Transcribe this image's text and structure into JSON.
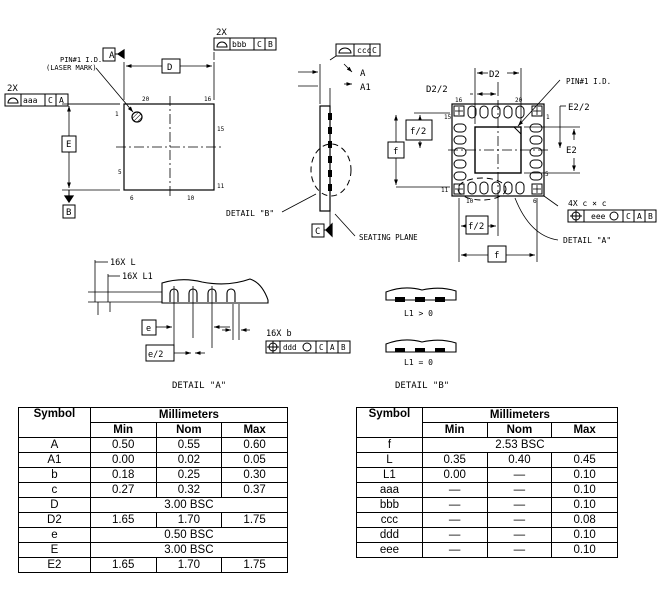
{
  "drawing": {
    "top_view": {
      "datum_a": "A",
      "datum_b": "B",
      "dim_d": "D",
      "dim_e": "E",
      "pin1_label_1": "PIN#1 I.D.",
      "pin1_label_2": "(LASER MARK)",
      "tol_2x_top": "2X",
      "tol_bbb": "bbb",
      "tol_bbb_c": "C",
      "tol_bbb_b": "B",
      "tol_2x_left": "2X",
      "tol_aaa": "aaa",
      "tol_aaa_c": "C",
      "tol_aaa_a": "A",
      "pin_1": "1",
      "pin_5": "5",
      "pin_6": "6",
      "pin_10": "10",
      "pin_11": "11",
      "pin_15": "15",
      "pin_16": "16",
      "pin_20": "20"
    },
    "side_view": {
      "tol_ccc": "ccc",
      "tol_ccc_c": "C",
      "dim_a": "A",
      "dim_a1": "A1",
      "detail_b_label": "DETAIL \"B\"",
      "datum_c": "C",
      "seating_plane": "SEATING PLANE"
    },
    "bottom_view": {
      "d2_half": "D2/2",
      "d2": "D2",
      "pin1_id": "PIN#1 I.D.",
      "e2_half": "E2/2",
      "e2": "E2",
      "f_half_top": "f/2",
      "f_left": "f",
      "f_half_bottom": "f/2",
      "f_bottom": "f",
      "pin_16": "16",
      "pin_20": "20",
      "pin_15": "15",
      "pin_1": "1",
      "pin_11": "11",
      "pin_10": "10",
      "pin_6": "6",
      "pin_5": "5",
      "tol_4x": "4X c × c",
      "tol_eee": "eee",
      "tol_eee_c": "C",
      "tol_eee_a": "A",
      "tol_eee_b": "B",
      "detail_a_label": "DETAIL \"A\""
    },
    "detail_a": {
      "l_16x": "16X L",
      "l1_16x": "16X L1",
      "e_box": "e",
      "e_half_box": "e/2",
      "b_16x": "16X b",
      "tol_ddd": "ddd",
      "tol_ddd_c": "C",
      "tol_ddd_a": "A",
      "tol_ddd_b": "B",
      "title": "DETAIL \"A\""
    },
    "detail_b": {
      "l1_gt0": "L1 > 0",
      "l1_eq0": "L1 = 0",
      "title": "DETAIL \"B\""
    }
  },
  "tables": {
    "left": {
      "h_symbol": "Symbol",
      "h_mm": "Millimeters",
      "h_min": "Min",
      "h_nom": "Nom",
      "h_max": "Max",
      "rows": [
        {
          "symbol": "A",
          "min": "0.50",
          "nom": "0.55",
          "max": "0.60",
          "bsc": ""
        },
        {
          "symbol": "A1",
          "min": "0.00",
          "nom": "0.02",
          "max": "0.05",
          "bsc": ""
        },
        {
          "symbol": "b",
          "min": "0.18",
          "nom": "0.25",
          "max": "0.30",
          "bsc": ""
        },
        {
          "symbol": "c",
          "min": "0.27",
          "nom": "0.32",
          "max": "0.37",
          "bsc": ""
        },
        {
          "symbol": "D",
          "min": "",
          "nom": "",
          "max": "",
          "bsc": "3.00 BSC"
        },
        {
          "symbol": "D2",
          "min": "1.65",
          "nom": "1.70",
          "max": "1.75",
          "bsc": ""
        },
        {
          "symbol": "e",
          "min": "",
          "nom": "",
          "max": "",
          "bsc": "0.50 BSC"
        },
        {
          "symbol": "E",
          "min": "",
          "nom": "",
          "max": "",
          "bsc": "3.00 BSC"
        },
        {
          "symbol": "E2",
          "min": "1.65",
          "nom": "1.70",
          "max": "1.75",
          "bsc": ""
        }
      ]
    },
    "right": {
      "h_symbol": "Symbol",
      "h_mm": "Millimeters",
      "h_min": "Min",
      "h_nom": "Nom",
      "h_max": "Max",
      "rows": [
        {
          "symbol": "f",
          "min": "",
          "nom": "",
          "max": "",
          "bsc": "2.53 BSC"
        },
        {
          "symbol": "L",
          "min": "0.35",
          "nom": "0.40",
          "max": "0.45",
          "bsc": ""
        },
        {
          "symbol": "L1",
          "min": "0.00",
          "nom": "—",
          "max": "0.10",
          "bsc": ""
        },
        {
          "symbol": "aaa",
          "min": "—",
          "nom": "—",
          "max": "0.10",
          "bsc": ""
        },
        {
          "symbol": "bbb",
          "min": "—",
          "nom": "—",
          "max": "0.10",
          "bsc": ""
        },
        {
          "symbol": "ccc",
          "min": "—",
          "nom": "—",
          "max": "0.08",
          "bsc": ""
        },
        {
          "symbol": "ddd",
          "min": "—",
          "nom": "—",
          "max": "0.10",
          "bsc": ""
        },
        {
          "symbol": "eee",
          "min": "—",
          "nom": "—",
          "max": "0.10",
          "bsc": ""
        }
      ]
    }
  }
}
